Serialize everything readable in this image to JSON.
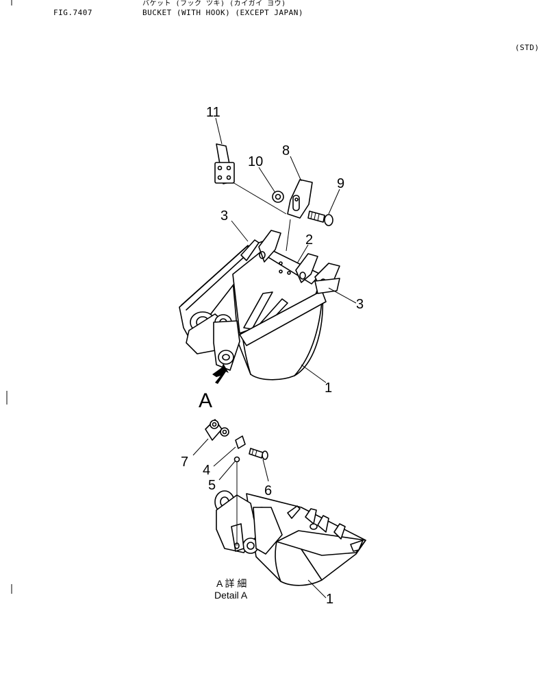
{
  "header": {
    "fig_number": "FIG.7407",
    "title": "BUCKET (WITH HOOK) (EXCEPT JAPAN)",
    "title_kana": "バケット (フック ツキ) (カイガイ ヨウ)",
    "spec": "(STD)"
  },
  "callouts": {
    "c11": "11",
    "c10": "10",
    "c8": "8",
    "c9": "9",
    "c3a": "3",
    "c2": "2",
    "c3b": "3",
    "c1a": "1",
    "c7": "7",
    "c4": "4",
    "c5": "5",
    "c6": "6",
    "c1b": "1"
  },
  "view_marker": "A",
  "detail_caption": {
    "japanese": "A 詳 細",
    "english": "Detail A"
  }
}
